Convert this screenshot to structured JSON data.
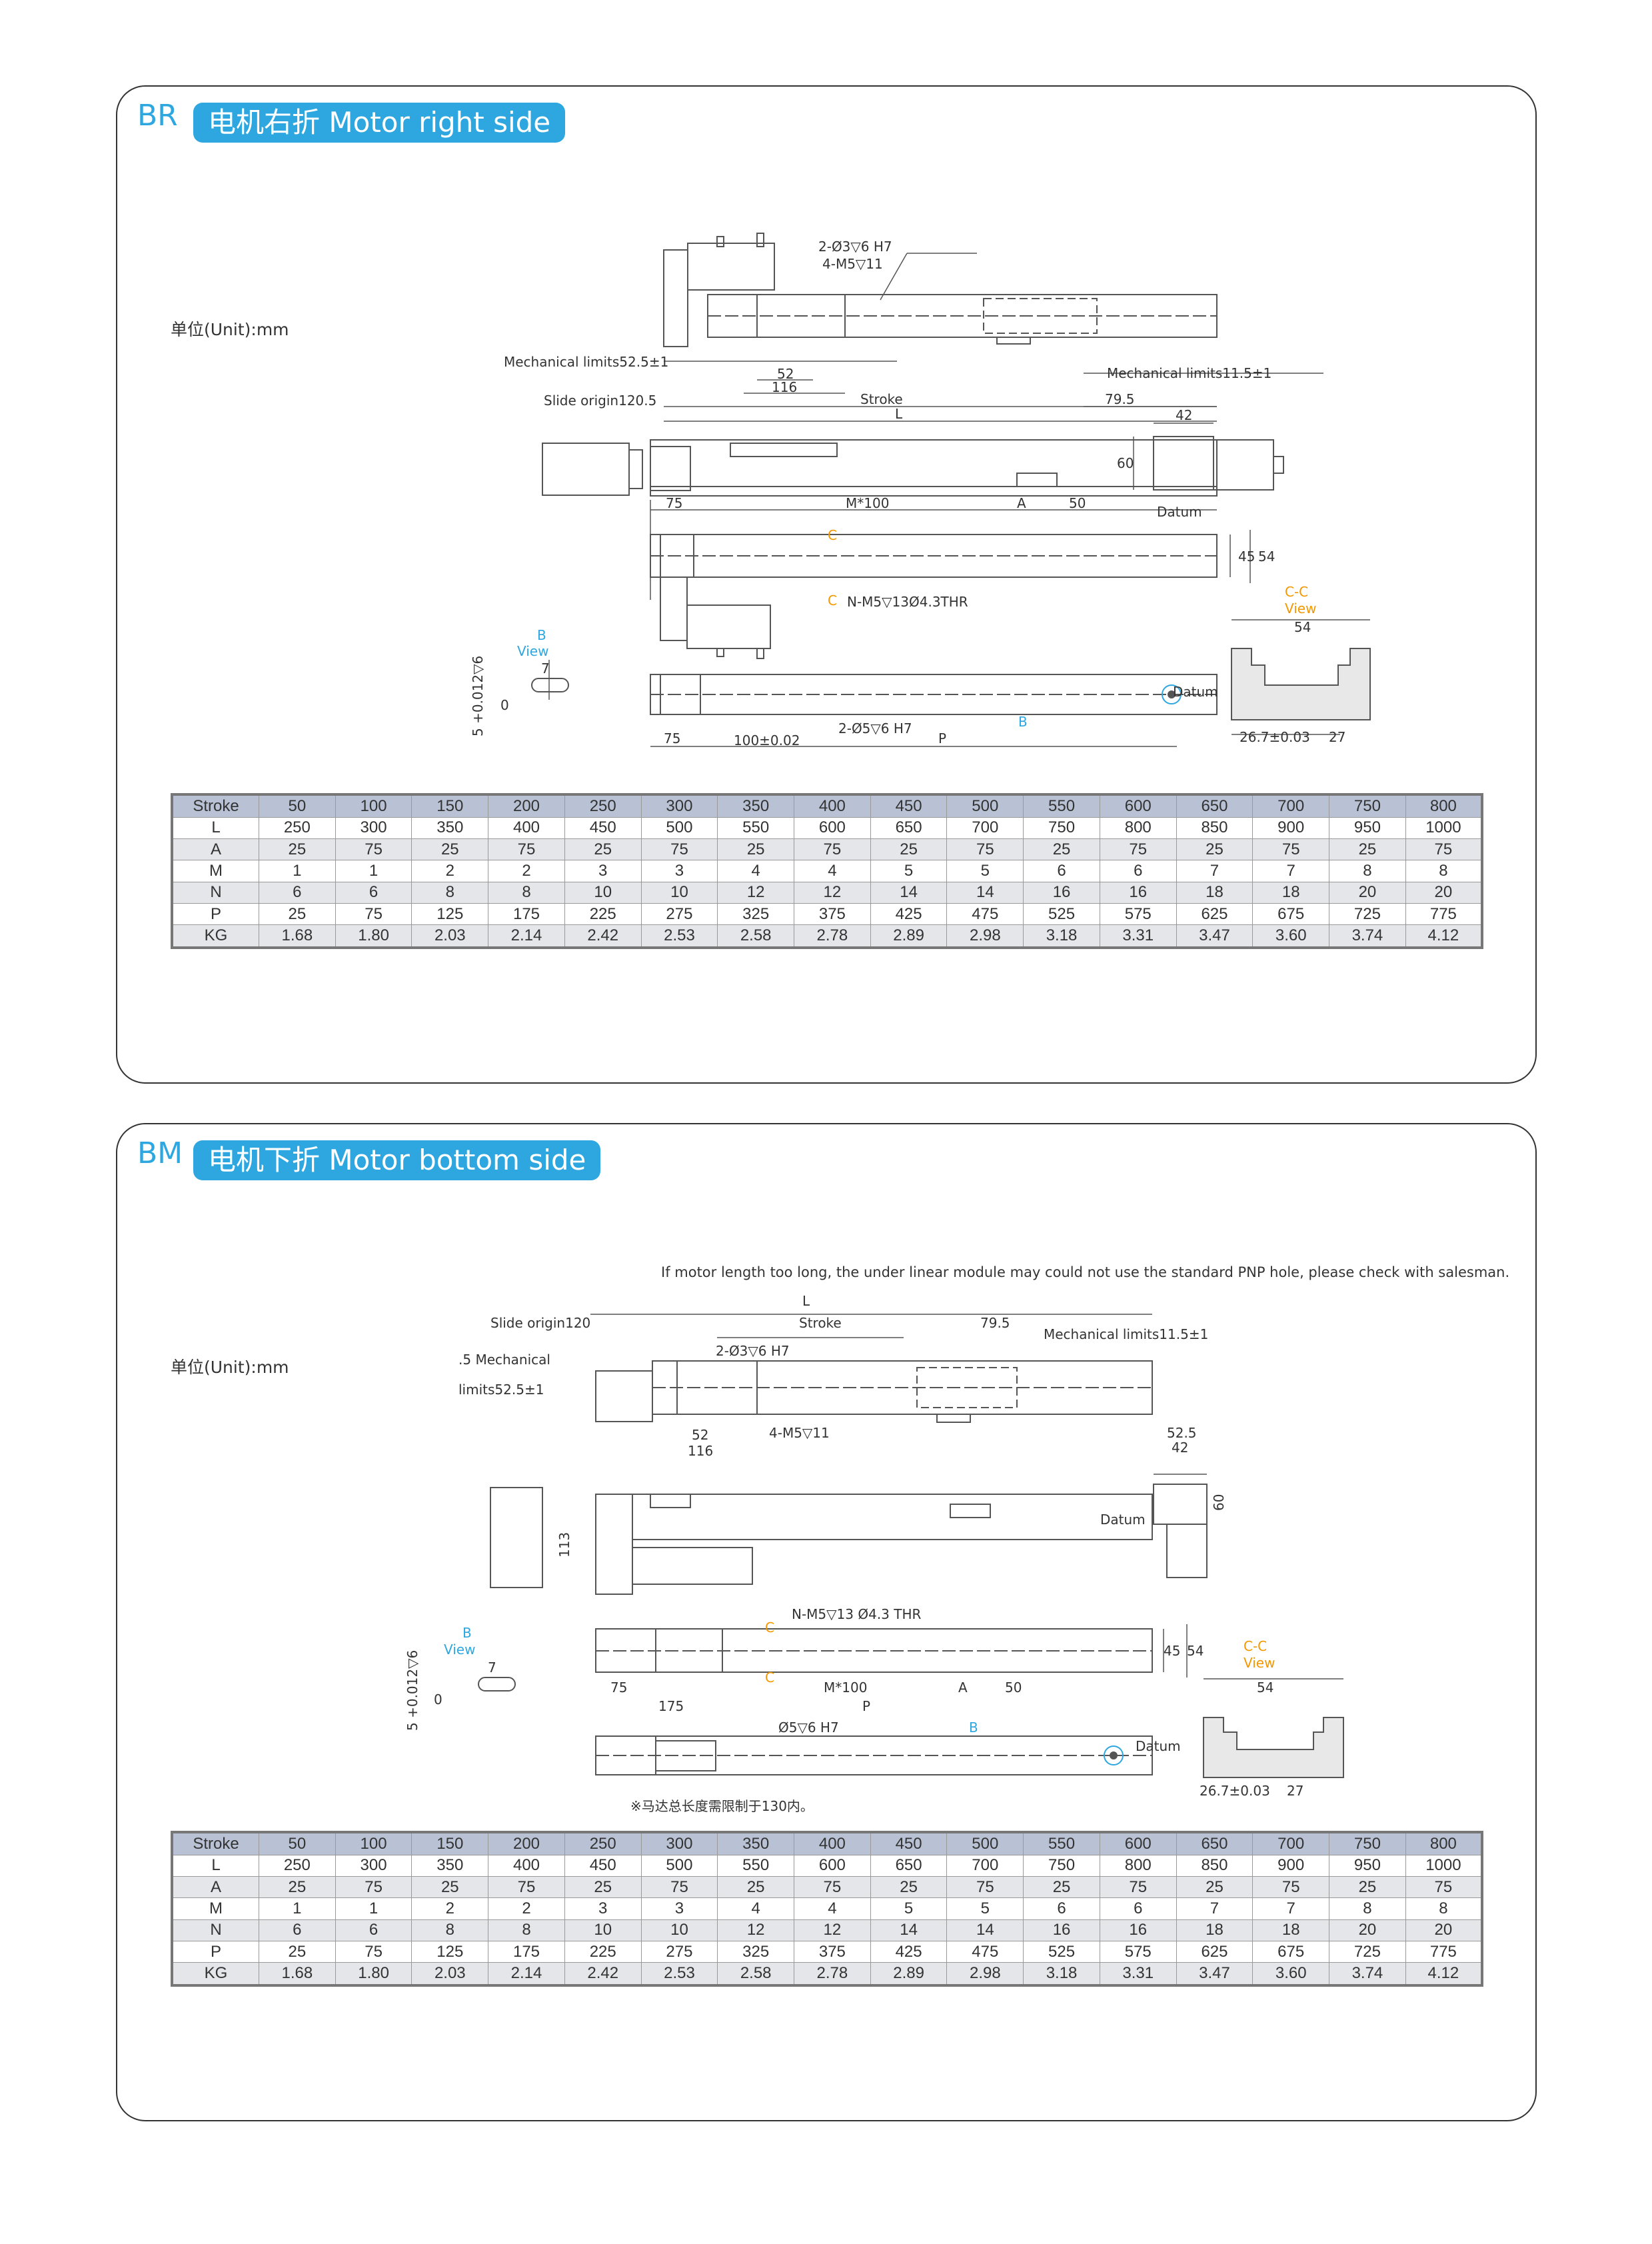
{
  "sections": [
    {
      "code": "BR",
      "title": "电机右折 Motor right side",
      "unit": "单位(Unit):mm",
      "annotations": {
        "hole_h7": "2-Ø3▽6 H7",
        "thread": "4-M5▽11",
        "mech_left": "Mechanical limits52.5±1",
        "mech_right": "Mechanical limits11.5±1",
        "d52": "52",
        "d116": "116",
        "slide_origin": "Slide origin120.5",
        "stroke": "Stroke",
        "d795": "79.5",
        "L": "L",
        "d42": "42",
        "d60": "60",
        "datum1": "Datum",
        "d75": "75",
        "m100": "M*100",
        "A": "A",
        "d50": "50",
        "c_mark1": "C",
        "c_mark2": "C",
        "d45": "45",
        "d54": "54",
        "n_thread": "N-M5▽13Ø4.3THR",
        "b_label": "B",
        "view": "View",
        "tol": "5 +0.012▽6",
        "tol_zero": "0",
        "d7": "7",
        "cc": "C-C",
        "cc_view": "View",
        "d54b": "54",
        "datum2": "Datum",
        "d267": "26.7±0.03",
        "d27": "27",
        "d75b": "75",
        "d100": "100±0.02",
        "hole5": "2-Ø5▽6 H7",
        "b_mark": "B",
        "P": "P"
      },
      "table": [
        [
          "Stroke",
          "50",
          "100",
          "150",
          "200",
          "250",
          "300",
          "350",
          "400",
          "450",
          "500",
          "550",
          "600",
          "650",
          "700",
          "750",
          "800"
        ],
        [
          "L",
          "250",
          "300",
          "350",
          "400",
          "450",
          "500",
          "550",
          "600",
          "650",
          "700",
          "750",
          "800",
          "850",
          "900",
          "950",
          "1000"
        ],
        [
          "A",
          "25",
          "75",
          "25",
          "75",
          "25",
          "75",
          "25",
          "75",
          "25",
          "75",
          "25",
          "75",
          "25",
          "75",
          "25",
          "75"
        ],
        [
          "M",
          "1",
          "1",
          "2",
          "2",
          "3",
          "3",
          "4",
          "4",
          "5",
          "5",
          "6",
          "6",
          "7",
          "7",
          "8",
          "8"
        ],
        [
          "N",
          "6",
          "6",
          "8",
          "8",
          "10",
          "10",
          "12",
          "12",
          "14",
          "14",
          "16",
          "16",
          "18",
          "18",
          "20",
          "20"
        ],
        [
          "P",
          "25",
          "75",
          "125",
          "175",
          "225",
          "275",
          "325",
          "375",
          "425",
          "475",
          "525",
          "575",
          "625",
          "675",
          "725",
          "775"
        ],
        [
          "KG",
          "1.68",
          "1.80",
          "2.03",
          "2.14",
          "2.42",
          "2.53",
          "2.58",
          "2.78",
          "2.89",
          "2.98",
          "3.18",
          "3.31",
          "3.47",
          "3.60",
          "3.74",
          "4.12"
        ]
      ]
    },
    {
      "code": "BM",
      "title": "电机下折 Motor bottom side",
      "unit": "单位(Unit):mm",
      "note": "If motor length too long, the under linear module may could not use the standard PNP hole, please check with salesman.",
      "annotations": {
        "L": "L",
        "slide_origin": "Slide origin120",
        "stroke": "Stroke",
        "d795": "79.5",
        "mech_right": "Mechanical limits11.5±1",
        "hole_h7": "2-Ø3▽6 H7",
        "mech_left1": ".5 Mechanical",
        "mech_left2": "limits52.5±1",
        "d52": "52",
        "d116": "116",
        "thread": "4-M5▽11",
        "d525": "52.5",
        "d42": "42",
        "d113": "113",
        "datum1": "Datum",
        "d60": "60",
        "b_label": "B",
        "view": "View",
        "tol": "5 +0.012▽6",
        "tol_zero": "0",
        "d7": "7",
        "n_thread": "N-M5▽13 Ø4.3 THR",
        "c_mark1": "C",
        "c_mark2": "C",
        "d45": "45",
        "d54": "54",
        "d75": "75",
        "m100": "M*100",
        "A": "A",
        "d50": "50",
        "d175": "175",
        "P": "P",
        "cc": "C-C",
        "cc_view": "View",
        "d54b": "54",
        "hole5": "Ø5▽6 H7",
        "b_mark": "B",
        "datum2": "Datum",
        "d267": "26.7±0.03",
        "d27": "27",
        "footnote": "※马达总长度需限制于130内。"
      },
      "table": [
        [
          "Stroke",
          "50",
          "100",
          "150",
          "200",
          "250",
          "300",
          "350",
          "400",
          "450",
          "500",
          "550",
          "600",
          "650",
          "700",
          "750",
          "800"
        ],
        [
          "L",
          "250",
          "300",
          "350",
          "400",
          "450",
          "500",
          "550",
          "600",
          "650",
          "700",
          "750",
          "800",
          "850",
          "900",
          "950",
          "1000"
        ],
        [
          "A",
          "25",
          "75",
          "25",
          "75",
          "25",
          "75",
          "25",
          "75",
          "25",
          "75",
          "25",
          "75",
          "25",
          "75",
          "25",
          "75"
        ],
        [
          "M",
          "1",
          "1",
          "2",
          "2",
          "3",
          "3",
          "4",
          "4",
          "5",
          "5",
          "6",
          "6",
          "7",
          "7",
          "8",
          "8"
        ],
        [
          "N",
          "6",
          "6",
          "8",
          "8",
          "10",
          "10",
          "12",
          "12",
          "14",
          "14",
          "16",
          "16",
          "18",
          "18",
          "20",
          "20"
        ],
        [
          "P",
          "25",
          "75",
          "125",
          "175",
          "225",
          "275",
          "325",
          "375",
          "425",
          "475",
          "525",
          "575",
          "625",
          "675",
          "725",
          "775"
        ],
        [
          "KG",
          "1.68",
          "1.80",
          "2.03",
          "2.14",
          "2.42",
          "2.53",
          "2.58",
          "2.78",
          "2.89",
          "2.98",
          "3.18",
          "3.31",
          "3.47",
          "3.60",
          "3.74",
          "4.12"
        ]
      ]
    }
  ],
  "colors": {
    "accent": "#2ea7e0",
    "callout": "#f39800",
    "header_row": "#b8c2d4",
    "alt_row": "#e4e6ea"
  }
}
